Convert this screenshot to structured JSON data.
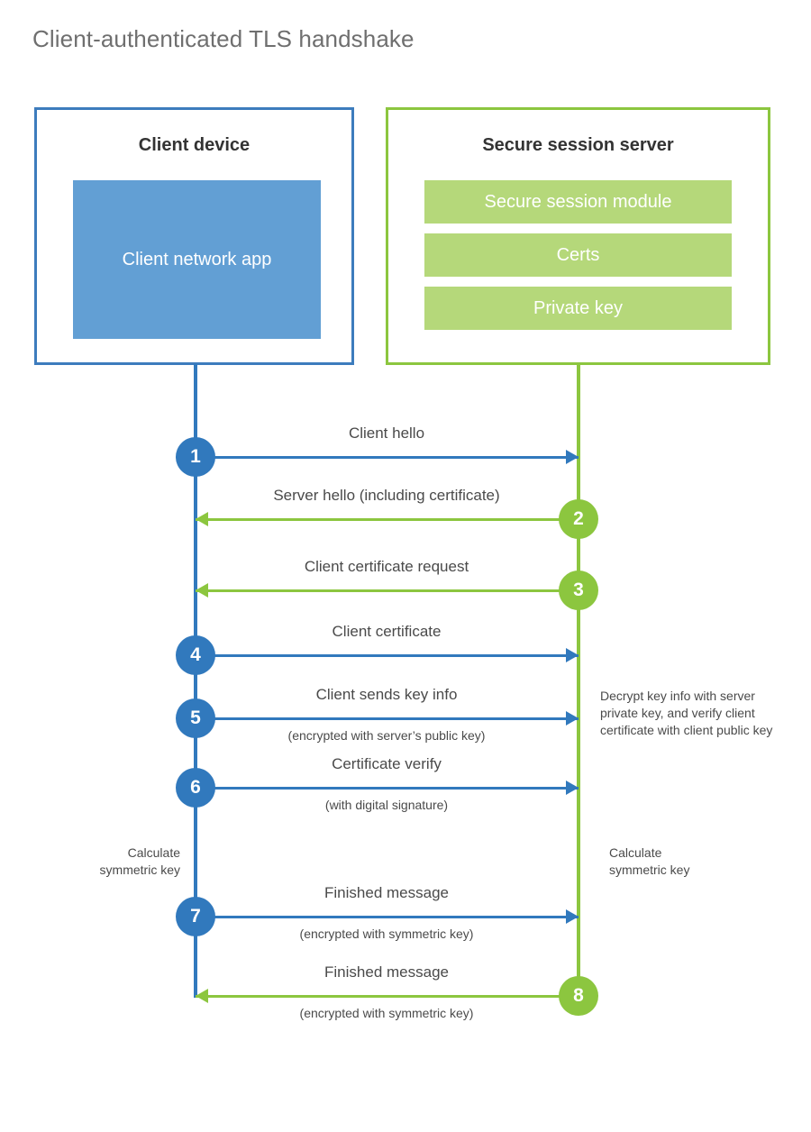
{
  "title": "Client-authenticated TLS handshake",
  "client": {
    "title": "Client device",
    "app_label": "Client network app"
  },
  "server": {
    "title": "Secure session server",
    "modules": [
      {
        "label": "Secure session module"
      },
      {
        "label": "Certs"
      },
      {
        "label": "Private key"
      }
    ]
  },
  "colors": {
    "client_blue": "#3179bd",
    "client_app_fill": "#629fd4",
    "server_green": "#8cc63f",
    "server_bar_fill": "#b5d87a",
    "title_gray": "#6f6f6f",
    "text_gray": "#4a4a4a"
  },
  "steps": [
    {
      "number": "1",
      "label": "Client hello",
      "sublabel": "",
      "direction": "client-to-server",
      "color": "blue"
    },
    {
      "number": "2",
      "label": "Server hello (including certificate)",
      "sublabel": "",
      "direction": "server-to-client",
      "color": "green"
    },
    {
      "number": "3",
      "label": "Client certificate request",
      "sublabel": "",
      "direction": "server-to-client",
      "color": "green"
    },
    {
      "number": "4",
      "label": "Client certificate",
      "sublabel": "",
      "direction": "client-to-server",
      "color": "blue"
    },
    {
      "number": "5",
      "label": "Client sends key info",
      "sublabel": "(encrypted with server’s public key)",
      "direction": "client-to-server",
      "color": "blue"
    },
    {
      "number": "6",
      "label": "Certificate verify",
      "sublabel": "(with digital signature)",
      "direction": "client-to-server",
      "color": "blue"
    },
    {
      "number": "7",
      "label": "Finished message",
      "sublabel": "(encrypted with symmetric key)",
      "direction": "client-to-server",
      "color": "blue"
    },
    {
      "number": "8",
      "label": "Finished message",
      "sublabel": "(encrypted with symmetric key)",
      "direction": "server-to-client",
      "color": "green"
    }
  ],
  "notes": {
    "server_decrypt": "Decrypt key info with server private key, and verify client certificate with client public key",
    "client_symmetric_key": "Calculate\nsymmetric key",
    "server_symmetric_key": "Calculate\nsymmetric key"
  }
}
